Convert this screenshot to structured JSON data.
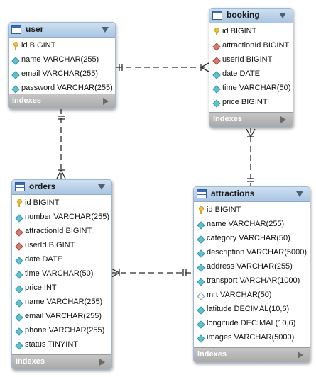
{
  "tables": {
    "user": {
      "title": "user",
      "fields": [
        "id BIGINT",
        "name VARCHAR(255)",
        "email VARCHAR(255)",
        "password VARCHAR(255)"
      ],
      "indexes_label": "Indexes"
    },
    "booking": {
      "title": "booking",
      "fields": [
        "id BIGINT",
        "attractionId BIGINT",
        "userId BIGINT",
        "date DATE",
        "time VARCHAR(50)",
        "price BIGINT"
      ],
      "indexes_label": "Indexes"
    },
    "orders": {
      "title": "orders",
      "fields": [
        "id BIGINT",
        "number VARCHAR(255)",
        "attractionId BIGINT",
        "userId BIGINT",
        "date DATE",
        "time VARCHAR(50)",
        "price INT",
        "name VARCHAR(255)",
        "email VARCHAR(255)",
        "phone VARCHAR(255)",
        "status TINYINT"
      ],
      "indexes_label": "Indexes"
    },
    "attractions": {
      "title": "attractions",
      "fields": [
        "id BIGINT",
        "name VARCHAR(255)",
        "category VARCHAR(50)",
        "description VARCHAR(5000)",
        "address VARCHAR(255)",
        "transport VARCHAR(1000)",
        "mrt VARCHAR(50)",
        "latitude DECIMAL(10,6)",
        "longitude DECIMAL(10,6)",
        "images VARCHAR(5000)"
      ],
      "indexes_label": "Indexes"
    }
  },
  "colors": {
    "header": "#a9c5e2",
    "primary_key": "#f0c23c",
    "field_marker": "#5fc2d2",
    "foreign_key_marker": "#d77a72",
    "connector": "#2b2b2b"
  }
}
